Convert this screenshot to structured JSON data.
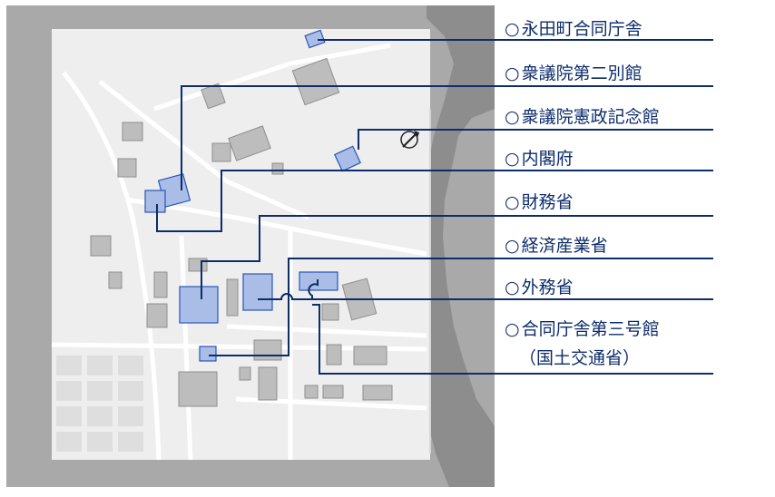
{
  "labels": [
    {
      "text": "永田町合同庁舎"
    },
    {
      "text": "衆議院第二別館"
    },
    {
      "text": "衆議院憲政記念館"
    },
    {
      "text": "内閣府"
    },
    {
      "text": "財務省"
    },
    {
      "text": "経済産業省"
    },
    {
      "text": "外務省"
    },
    {
      "text": "合同庁舎第三号館"
    }
  ],
  "sublabel": "（国土交通省）",
  "ring_glyph": "○",
  "colors": {
    "line": "#0d2c6b",
    "highlight_fill": "#a9bde6",
    "highlight_stroke": "#2a55b8",
    "building": "#bdbdbd",
    "map_bg": "#ececec",
    "outer_bg": "#a9a9a9",
    "water": "#8a8a8a"
  },
  "icons": {
    "north_arrow": "north-arrow-icon"
  }
}
